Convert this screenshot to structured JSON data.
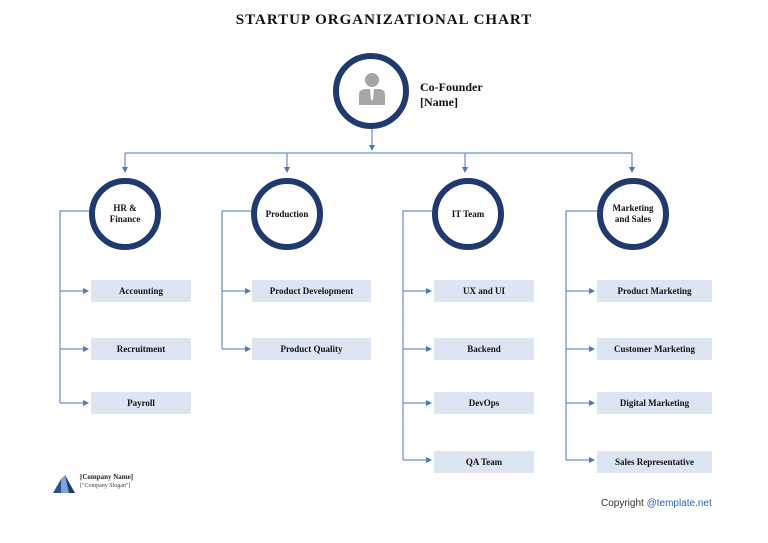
{
  "title": "STARTUP ORGANIZATIONAL CHART",
  "founder": {
    "role": "Co-Founder",
    "name": "[Name]"
  },
  "departments": [
    {
      "name": "HR & Finance",
      "items": [
        "Accounting",
        "Recruitment",
        "Payroll"
      ]
    },
    {
      "name": "Production",
      "items": [
        "Product Development",
        "Product Quality"
      ]
    },
    {
      "name": "IT Team",
      "items": [
        "UX and UI",
        "Backend",
        "DevOps",
        "QA Team"
      ]
    },
    {
      "name": "Marketing and Sales",
      "items": [
        "Product Marketing",
        "Customer Marketing",
        "Digital Marketing",
        "Sales Representative"
      ]
    }
  ],
  "company": {
    "name": "[Company Name]",
    "slogan": "[\"Company Slogan\"]"
  },
  "copyright": {
    "prefix": "Copyright ",
    "site": "@template.net"
  },
  "colors": {
    "circle_border": "#1e3a6e",
    "connector": "#4a7ab8",
    "box_fill": "#dde5f3",
    "link": "#2a63b8"
  }
}
